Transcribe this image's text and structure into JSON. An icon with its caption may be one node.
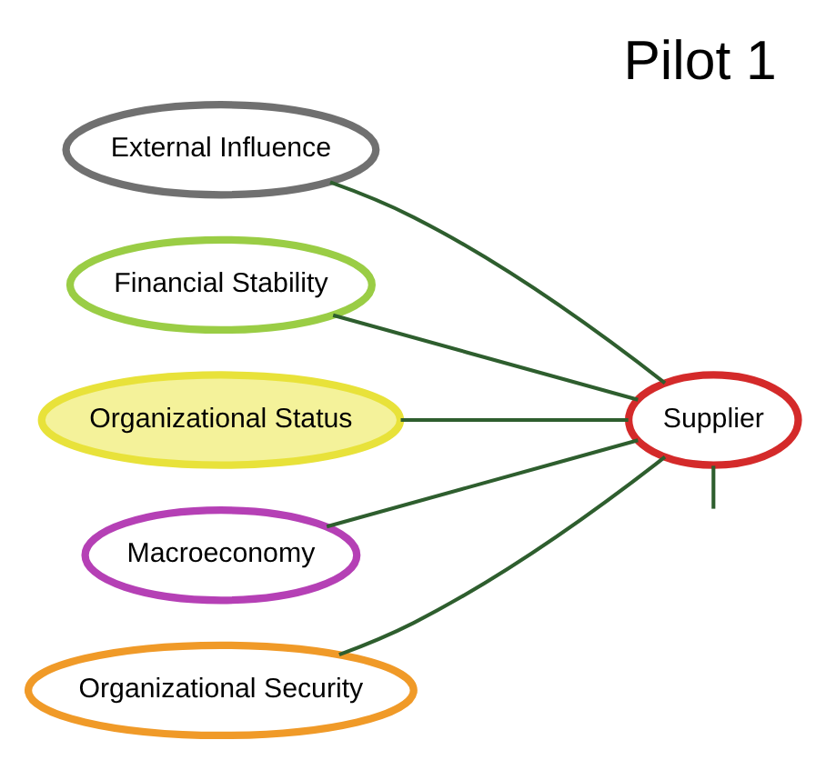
{
  "diagram": {
    "title": "Pilot 1",
    "nodes": [
      {
        "text": [
          "Supplier"
        ]
      },
      {
        "text": [
          "External Influence"
        ]
      },
      {
        "text": [
          "Financial Stability"
        ]
      },
      {
        "text": [
          "Organizational Status"
        ]
      },
      {
        "text": [
          "Macroeconomy"
        ]
      },
      {
        "text": [
          "Organizational Security"
        ]
      }
    ],
    "edges": [
      {
        "from": 0,
        "to": 1,
        "arrow": "none"
      },
      {
        "from": 0,
        "to": 2,
        "arrow": "none"
      },
      {
        "from": 0,
        "to": 3,
        "arrow": "none"
      },
      {
        "from": 0,
        "to": 4,
        "arrow": "none"
      },
      {
        "from": 0,
        "to": 5,
        "arrow": "none"
      },
      {
        "from": 0,
        "to": null,
        "arrow": "none"
      }
    ]
  }
}
